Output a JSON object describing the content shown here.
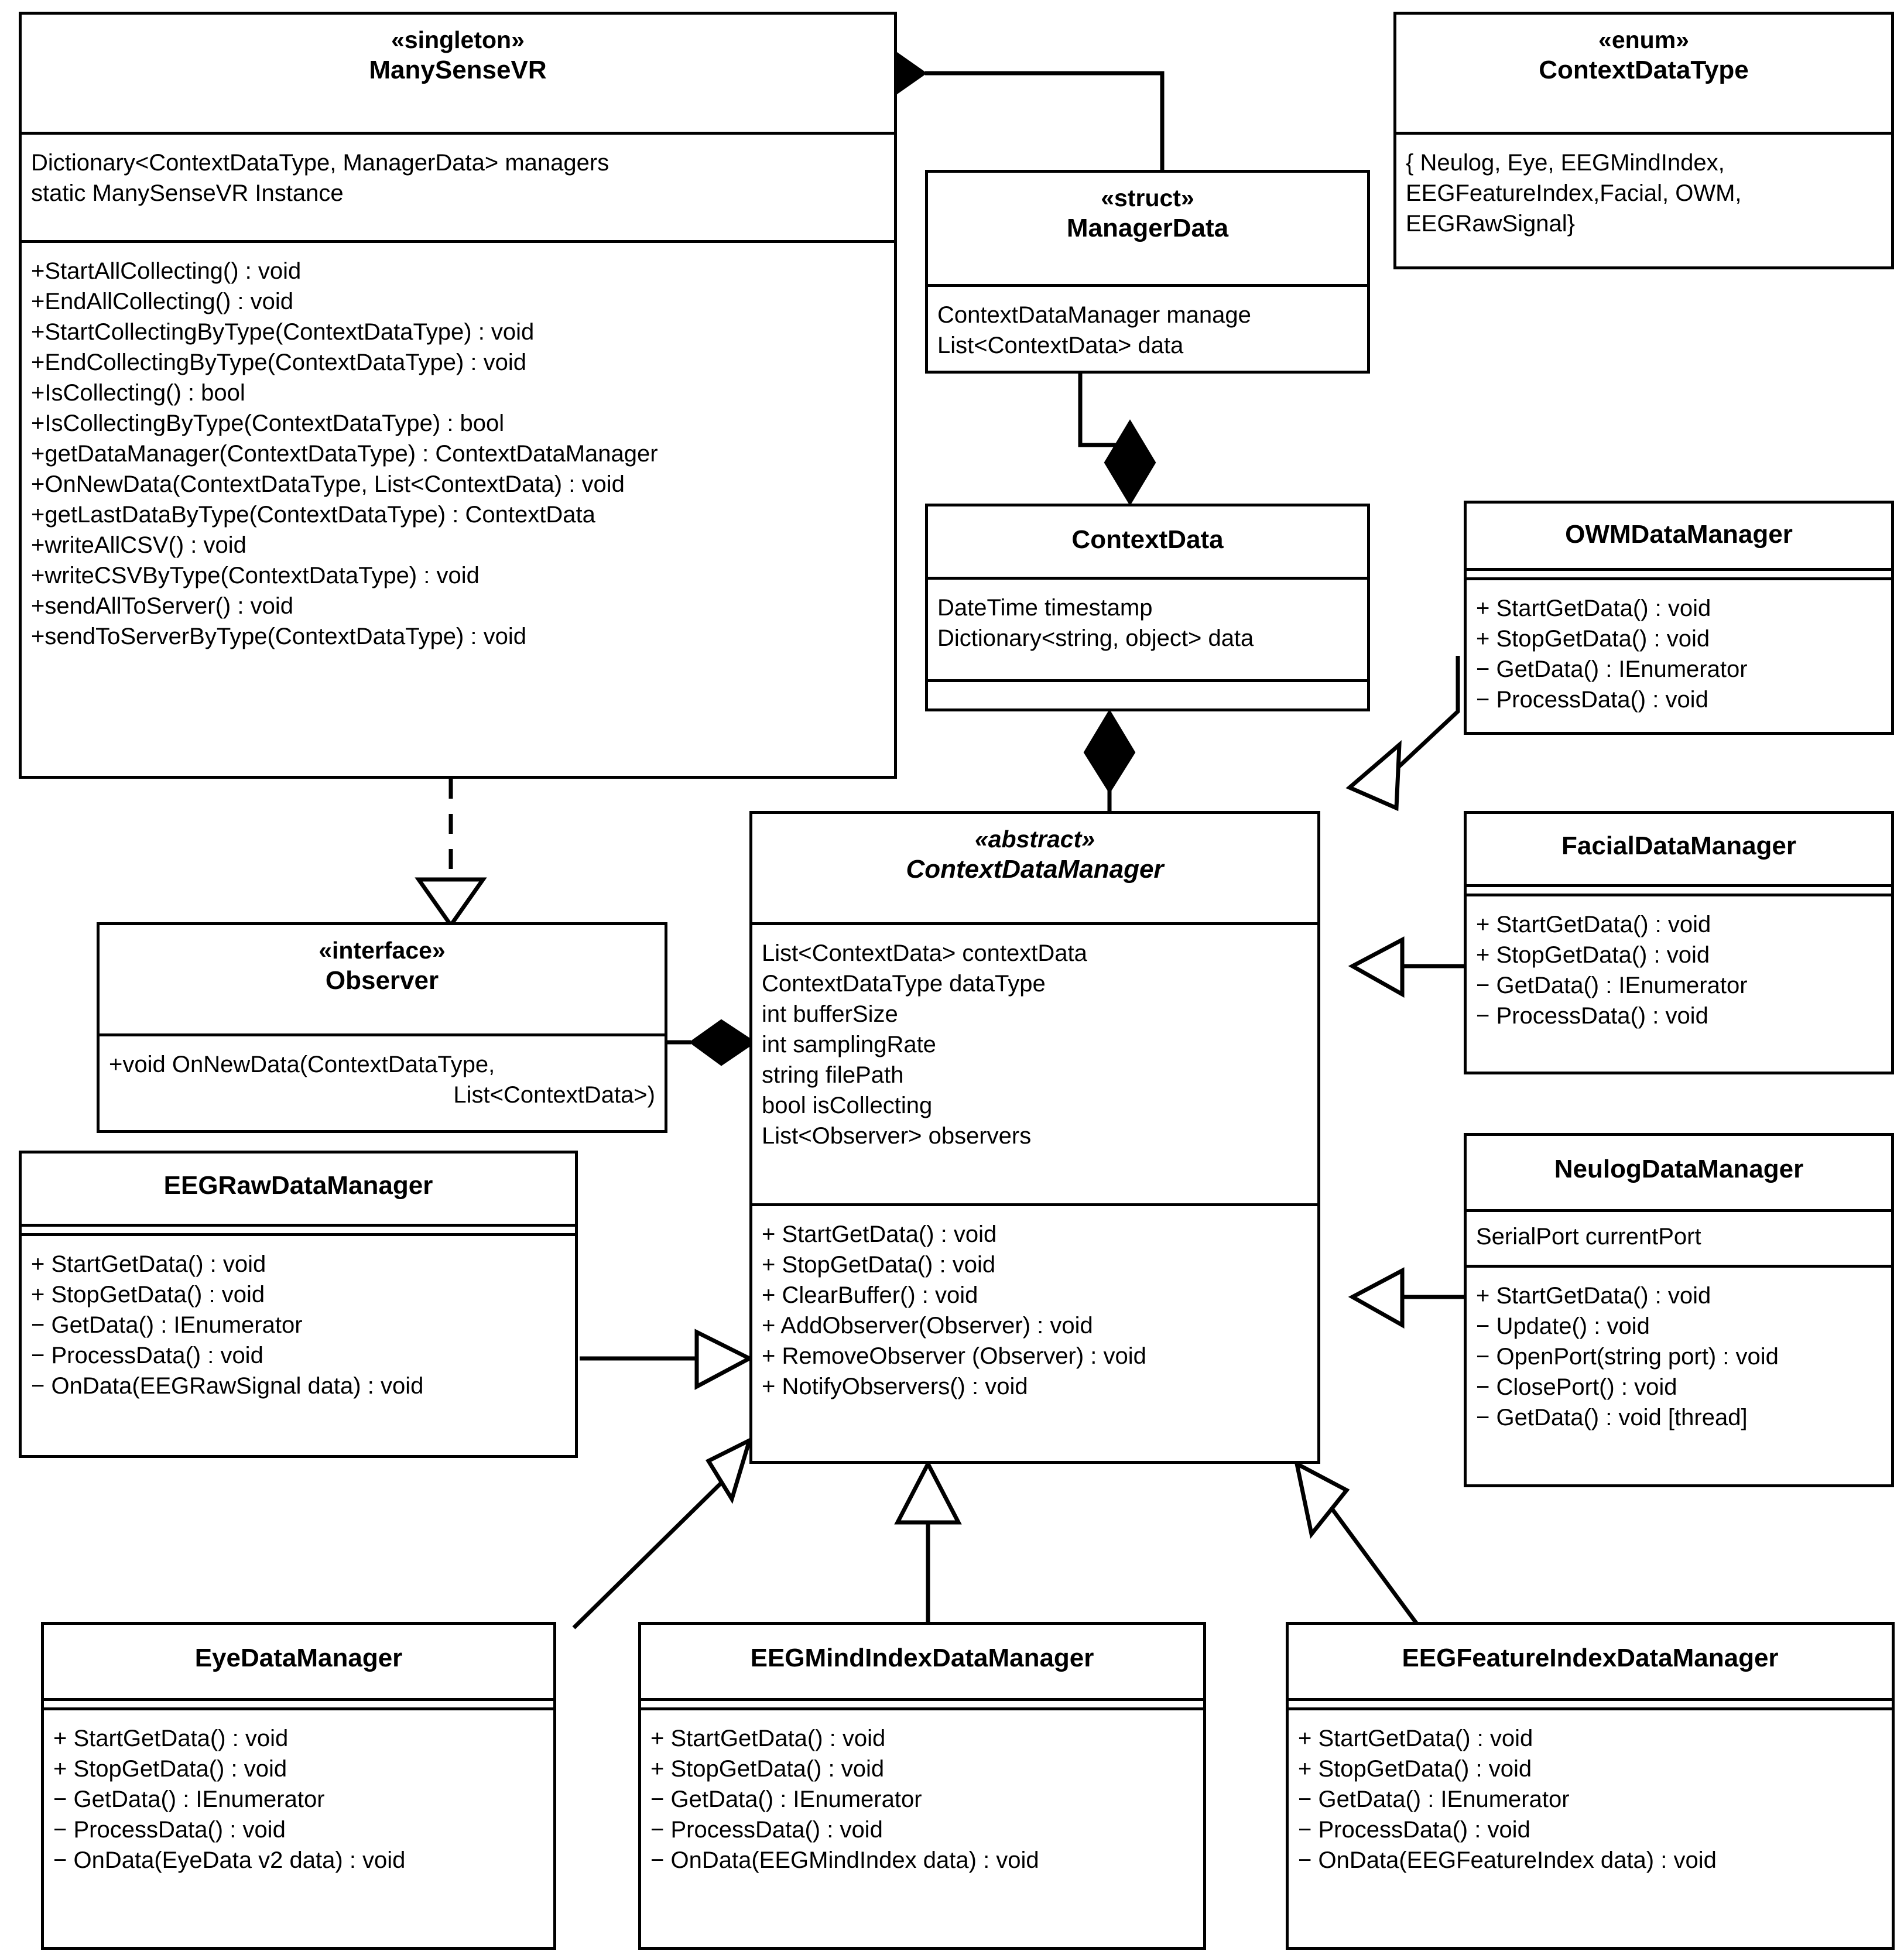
{
  "diagram": {
    "title": "ManySenseVR context data collection UML class diagram",
    "type": "uml-class-diagram",
    "stroke_color": "#000000",
    "fill_color": "#ffffff"
  },
  "classes": {
    "many_sense_vr": {
      "stereotype": "«singleton»",
      "name": "ManySenseVR",
      "attributes": [
        "Dictionary<ContextDataType, ManagerData> managers",
        "static ManySenseVR Instance"
      ],
      "operations": [
        "+StartAllCollecting() : void",
        "+EndAllCollecting() : void",
        "+StartCollectingByType(ContextDataType) : void",
        "+EndCollectingByType(ContextDataType) : void",
        "+IsCollecting() : bool",
        "+IsCollectingByType(ContextDataType) : bool",
        "+getDataManager(ContextDataType) : ContextDataManager",
        "+OnNewData(ContextDataType, List<ContextData) : void",
        "+getLastDataByType(ContextDataType) : ContextData",
        "+writeAllCSV() : void",
        "+writeCSVByType(ContextDataType) : void",
        "+sendAllToServer() : void",
        "+sendToServerByType(ContextDataType) : void"
      ]
    },
    "manager_data": {
      "stereotype": "«struct»",
      "name": "ManagerData",
      "attributes": [
        "ContextDataManager manage",
        "List<ContextData> data"
      ]
    },
    "context_data_type": {
      "stereotype": "«enum»",
      "name": "ContextDataType",
      "attributes": [
        "{ Neulog, Eye, EEGMindIndex,",
        "EEGFeatureIndex,Facial, OWM,",
        "EEGRawSignal}"
      ]
    },
    "context_data": {
      "name": "ContextData",
      "attributes": [
        "DateTime timestamp",
        "Dictionary<string, object> data"
      ],
      "operations": []
    },
    "context_data_manager": {
      "stereotype": "«abstract»",
      "name": "ContextDataManager",
      "attributes": [
        "List<ContextData> contextData",
        "ContextDataType dataType",
        "int bufferSize",
        "int samplingRate",
        "string filePath",
        "bool isCollecting",
        "List<Observer> observers"
      ],
      "operations": [
        "+ StartGetData() :  void",
        "+ StopGetData() : void",
        "+ ClearBuffer() : void",
        "+ AddObserver(Observer) : void",
        "+ RemoveObserver (Observer) : void",
        "+ NotifyObservers() : void"
      ]
    },
    "observer": {
      "stereotype": "«interface»",
      "name": "Observer",
      "operations": [
        "+void OnNewData(ContextDataType,",
        "List<ContextData>)"
      ]
    },
    "owm_data_manager": {
      "name": "OWMDataManager",
      "operations": [
        "+ StartGetData() :  void",
        "+ StopGetData() : void",
        "−  GetData() : IEnumerator",
        "− ProcessData() : void"
      ]
    },
    "facial_data_manager": {
      "name": "FacialDataManager",
      "operations": [
        "+ StartGetData() :  void",
        "+ StopGetData() : void",
        "−  GetData() : IEnumerator",
        "− ProcessData() : void"
      ]
    },
    "neulog_data_manager": {
      "name": "NeulogDataManager",
      "attributes": [
        "SerialPort currentPort"
      ],
      "operations": [
        "+ StartGetData() :  void",
        "−  Update() : void",
        "−  OpenPort(string port) : void",
        "−  ClosePort() : void",
        "−  GetData() : void [thread]"
      ]
    },
    "eeg_raw_data_manager": {
      "name": "EEGRawDataManager",
      "operations": [
        "+ StartGetData() :  void",
        "+ StopGetData() : void",
        "−  GetData() : IEnumerator",
        "− ProcessData() : void",
        "− OnData(EEGRawSignal data) : void"
      ]
    },
    "eye_data_manager": {
      "name": "EyeDataManager",
      "operations": [
        "+ StartGetData() :  void",
        "+ StopGetData() : void",
        "−  GetData() : IEnumerator",
        "− ProcessData() : void",
        "− OnData(EyeData  v2 data) : void"
      ]
    },
    "eeg_mind_index_data_manager": {
      "name": "EEGMindIndexDataManager",
      "operations": [
        "+ StartGetData() :  void",
        "+ StopGetData() : void",
        "−  GetData() : IEnumerator",
        "− ProcessData() : void",
        "− OnData(EEGMindIndex data) : void"
      ]
    },
    "eeg_feature_index_data_manager": {
      "name": "EEGFeatureIndexDataManager",
      "operations": [
        "+ StartGetData() :  void",
        "+ StopGetData() : void",
        "−  GetData() : IEnumerator",
        "− ProcessData() : void",
        "− OnData(EEGFeatureIndex data) : void"
      ]
    }
  },
  "relationships": [
    {
      "name": "manysensevr-composes-managerdata",
      "kind": "composition",
      "from": "ManySenseVR",
      "to": "ManagerData"
    },
    {
      "name": "managerdata-composes-contextdata",
      "kind": "composition",
      "from": "ManagerData",
      "to": "ContextData"
    },
    {
      "name": "contextdata-composes-contextdatamanager",
      "kind": "composition",
      "from": "ContextData",
      "to": "ContextDataManager"
    },
    {
      "name": "manysensevr-realizes-observer",
      "kind": "realization",
      "from": "ManySenseVR",
      "to": "Observer"
    },
    {
      "name": "contextdatamanager-composes-observer",
      "kind": "composition",
      "from": "ContextDataManager",
      "to": "Observer"
    },
    {
      "name": "owmdatamanager-extends-contextdatamanager",
      "kind": "generalization",
      "from": "OWMDataManager",
      "to": "ContextDataManager"
    },
    {
      "name": "facialdatamanager-extends-contextdatamanager",
      "kind": "generalization",
      "from": "FacialDataManager",
      "to": "ContextDataManager"
    },
    {
      "name": "neulogdatamanager-extends-contextdatamanager",
      "kind": "generalization",
      "from": "NeulogDataManager",
      "to": "ContextDataManager"
    },
    {
      "name": "eegrawdatamanager-extends-contextdatamanager",
      "kind": "generalization",
      "from": "EEGRawDataManager",
      "to": "ContextDataManager"
    },
    {
      "name": "eyedatamanager-extends-contextdatamanager",
      "kind": "generalization",
      "from": "EyeDataManager",
      "to": "ContextDataManager"
    },
    {
      "name": "eegmindindexdatamanager-extends-contextdatamanager",
      "kind": "generalization",
      "from": "EEGMindIndexDataManager",
      "to": "ContextDataManager"
    },
    {
      "name": "eegfeatureindexdatamanager-extends-contextdatamanager",
      "kind": "generalization",
      "from": "EEGFeatureIndexDataManager",
      "to": "ContextDataManager"
    }
  ]
}
